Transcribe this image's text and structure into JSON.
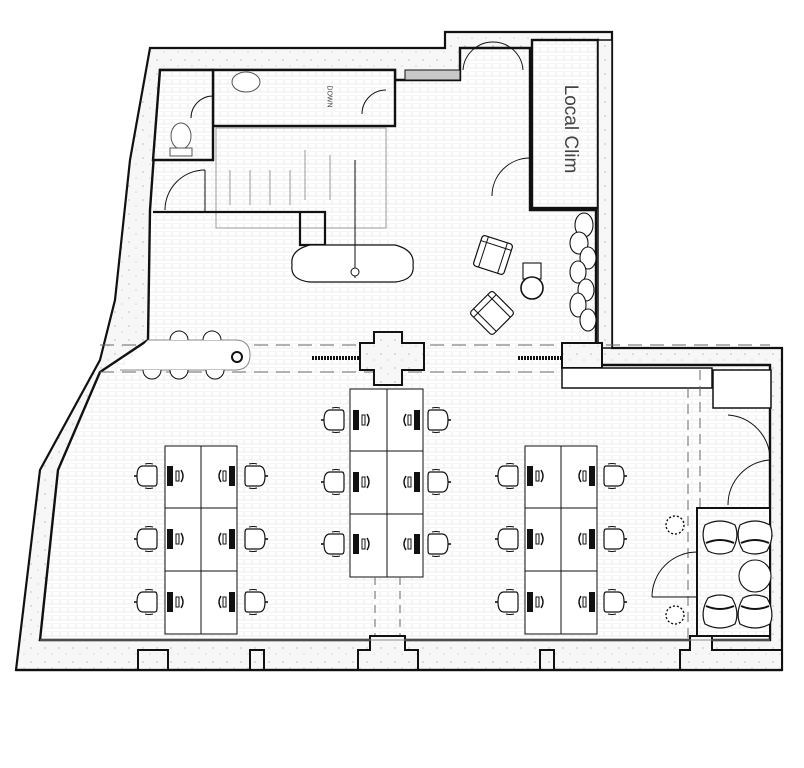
{
  "drawing": {
    "type": "architectural floor plan",
    "colors": {
      "wall": "#111111",
      "floor_pattern": "#d9d9d9",
      "wall_fill": "#f4f4f4",
      "background": "#ffffff",
      "label": "#444444"
    }
  },
  "rooms": {
    "hvac_room": {
      "label": "Local Clim"
    },
    "stair_sign": {
      "label": "DOWN"
    },
    "restroom_wc": {
      "label": ""
    },
    "restroom_sink": {
      "label": ""
    },
    "lounge": {
      "label": ""
    },
    "open_office": {
      "label": ""
    },
    "meeting_nook": {
      "label": ""
    },
    "entrance": {
      "label": ""
    }
  },
  "furniture": {
    "desk_clusters": [
      {
        "id": "left",
        "workstations": 6
      },
      {
        "id": "center",
        "workstations": 6
      },
      {
        "id": "right",
        "workstations": 6
      }
    ],
    "lounge_armchairs": 2,
    "side_table": 1,
    "bar_stools": 6,
    "meeting_chairs": 4,
    "meeting_table": 1,
    "planters": 2
  }
}
